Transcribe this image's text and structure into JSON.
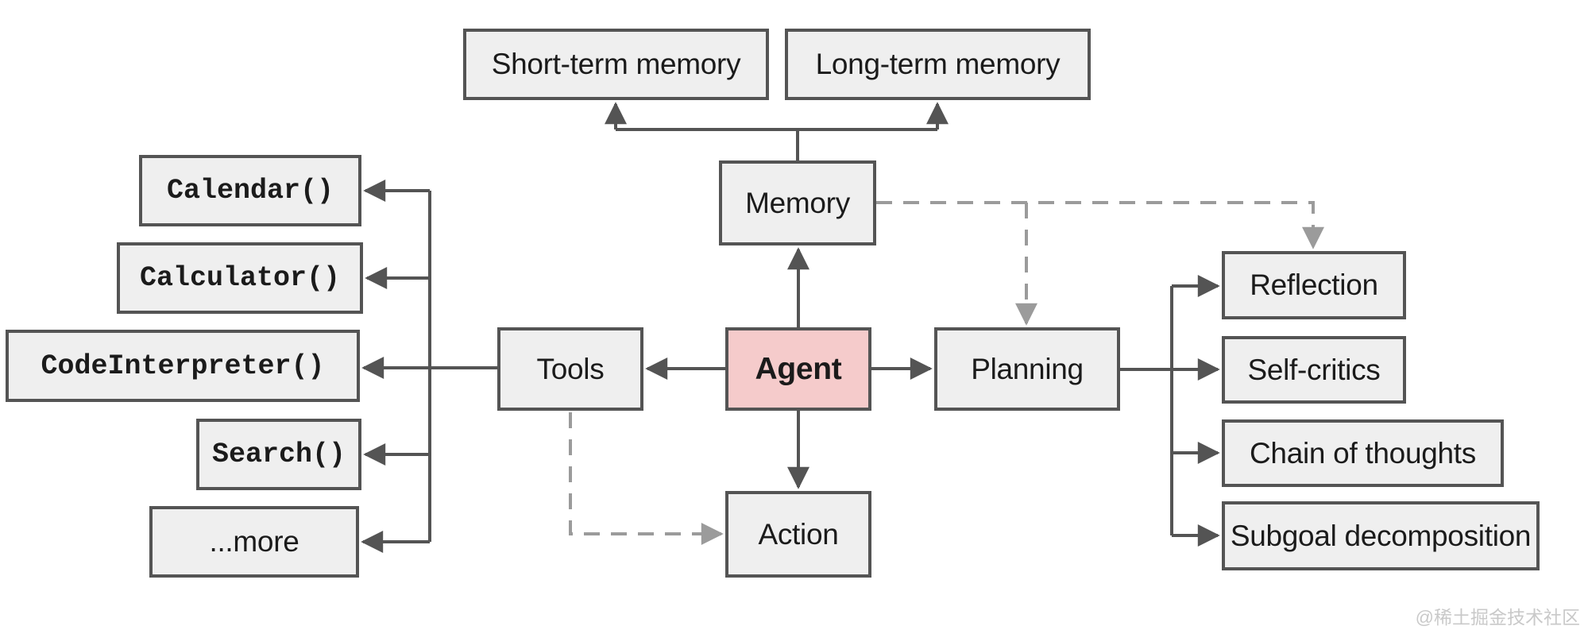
{
  "diagram": {
    "nodes": {
      "short_term_memory": "Short-term memory",
      "long_term_memory": "Long-term memory",
      "memory": "Memory",
      "tools": "Tools",
      "agent": "Agent",
      "planning": "Planning",
      "action": "Action",
      "calendar": "Calendar()",
      "calculator": "Calculator()",
      "code_interpreter": "CodeInterpreter()",
      "search": "Search()",
      "more": "...more",
      "reflection": "Reflection",
      "self_critics": "Self-critics",
      "chain_of_thoughts": "Chain of thoughts",
      "subgoal_decomposition": "Subgoal decomposition"
    },
    "edges": [
      {
        "from": "memory",
        "to": "short_term_memory",
        "style": "solid"
      },
      {
        "from": "memory",
        "to": "long_term_memory",
        "style": "solid"
      },
      {
        "from": "agent",
        "to": "memory",
        "style": "solid"
      },
      {
        "from": "agent",
        "to": "tools",
        "style": "solid"
      },
      {
        "from": "agent",
        "to": "planning",
        "style": "solid"
      },
      {
        "from": "agent",
        "to": "action",
        "style": "solid"
      },
      {
        "from": "tools",
        "to": "calendar",
        "style": "solid"
      },
      {
        "from": "tools",
        "to": "calculator",
        "style": "solid"
      },
      {
        "from": "tools",
        "to": "code_interpreter",
        "style": "solid"
      },
      {
        "from": "tools",
        "to": "search",
        "style": "solid"
      },
      {
        "from": "tools",
        "to": "more",
        "style": "solid"
      },
      {
        "from": "planning",
        "to": "reflection",
        "style": "solid"
      },
      {
        "from": "planning",
        "to": "self_critics",
        "style": "solid"
      },
      {
        "from": "planning",
        "to": "chain_of_thoughts",
        "style": "solid"
      },
      {
        "from": "planning",
        "to": "subgoal_decomposition",
        "style": "solid"
      },
      {
        "from": "memory",
        "to": "planning",
        "style": "dashed"
      },
      {
        "from": "memory",
        "to": "reflection",
        "style": "dashed"
      },
      {
        "from": "tools",
        "to": "action",
        "style": "dashed"
      }
    ],
    "colors": {
      "node_fill": "#efefef",
      "node_border": "#545454",
      "agent_fill": "#f5cbcb",
      "solid_arrow": "#545454",
      "dashed_arrow": "#9b9b9b",
      "text": "#1b1b1b",
      "watermark": "#c9c9c9",
      "background": "#ffffff"
    },
    "watermark": "@稀土掘金技术社区"
  }
}
